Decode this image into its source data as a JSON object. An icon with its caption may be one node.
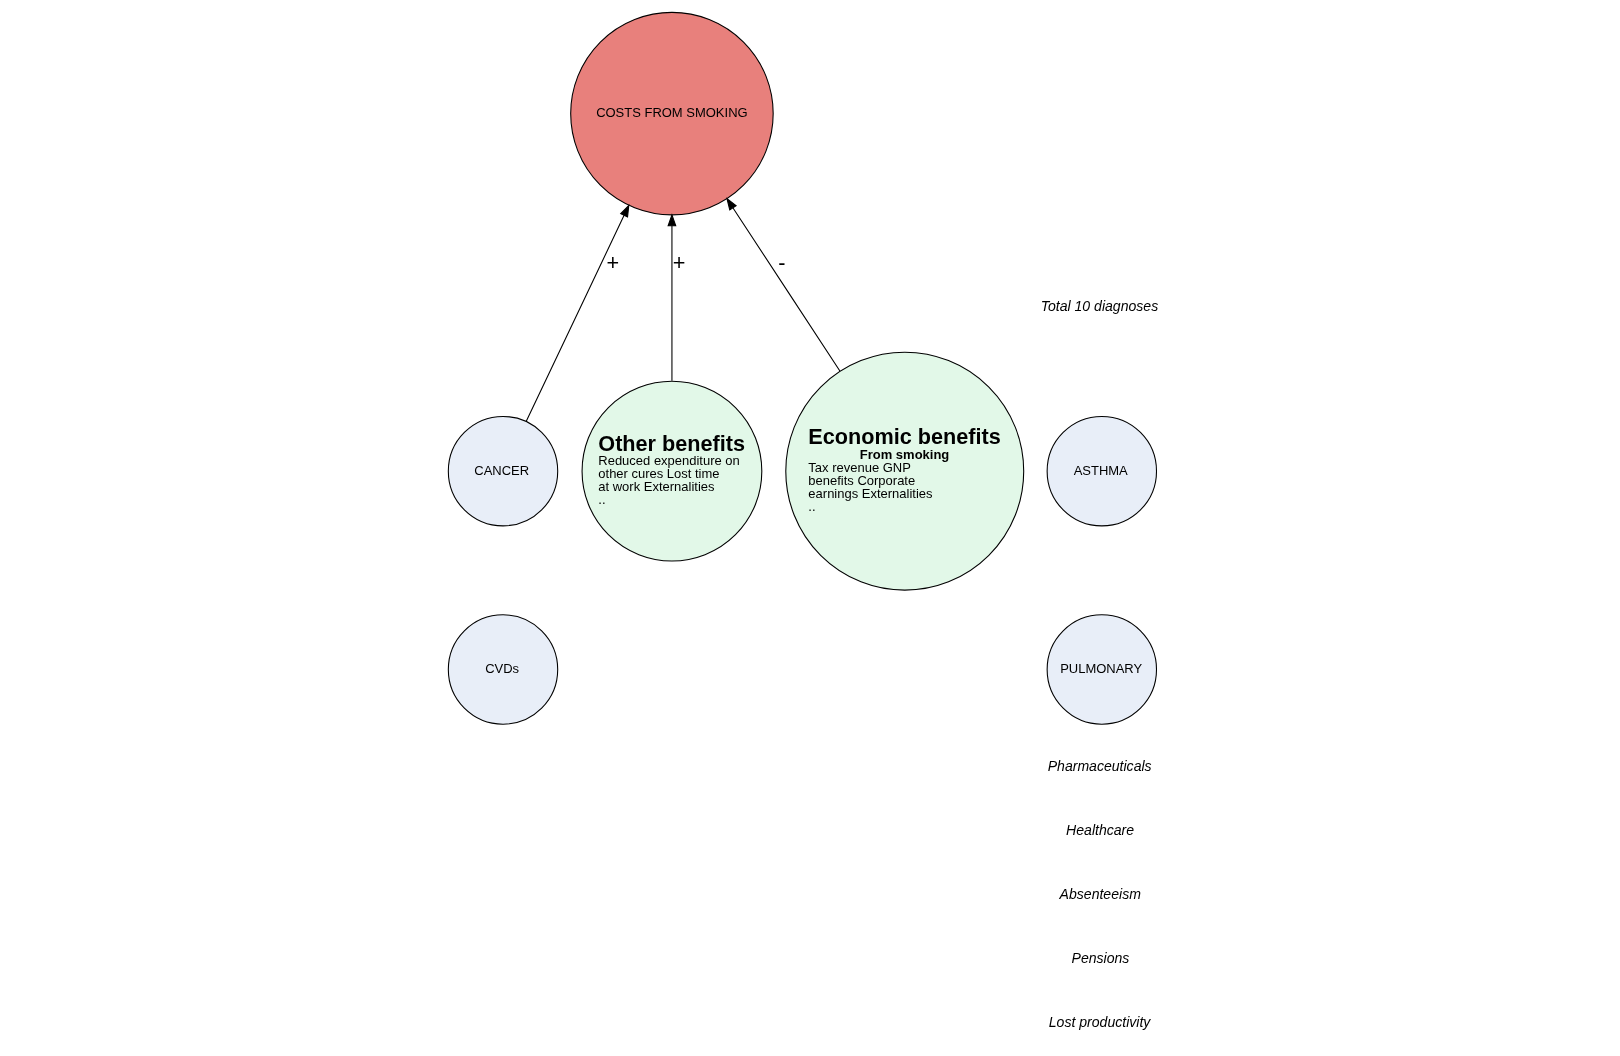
{
  "diagram": {
    "nodes": [
      {
        "text": [
          "COSTS FROM SMOKING"
        ]
      },
      {
        "text": [
          "ASTHMA"
        ]
      },
      {
        "text": [
          "CANCER"
        ]
      },
      {
        "text": [
          "PULMONARY"
        ]
      },
      {
        "text": [
          "CVDs"
        ]
      },
      {
        "text": [
          "Other benefits",
          "Reduced expenditure on other cures Lost time at work Externalities .."
        ]
      },
      {
        "text": [
          "Economic benefits",
          "From smoking",
          "Tax revenue GNP benefits Corporate earnings Externalities .."
        ]
      }
    ],
    "edges": [
      {
        "from": 2,
        "to": 0,
        "arrow": "to",
        "label": "+"
      },
      {
        "from": 5,
        "to": 0,
        "arrow": "to",
        "label": "+"
      },
      {
        "from": 6,
        "to": 0,
        "arrow": "to",
        "label": "-"
      }
    ],
    "labels": [
      "Total 10 diagnoses",
      "Pharmaceuticals",
      "Healthcare",
      "Absenteeism",
      "Pensions",
      "Lost productivity"
    ]
  }
}
